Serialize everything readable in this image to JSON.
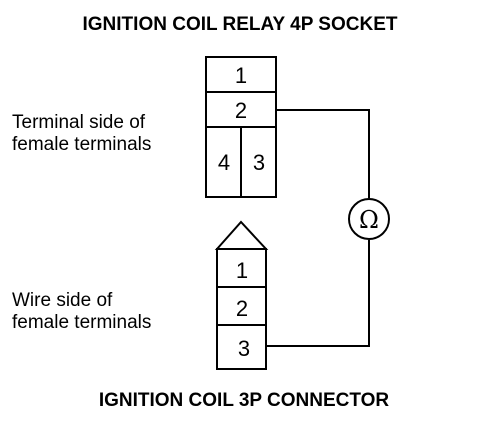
{
  "top_title": "IGNITION COIL RELAY 4P SOCKET",
  "bottom_title": "IGNITION COIL 3P CONNECTOR",
  "socket_label": [
    "Terminal side of",
    "female terminals"
  ],
  "connector_label": [
    "Wire side of",
    "female terminals"
  ],
  "socket_terminals": [
    "1",
    "2",
    "4",
    "3"
  ],
  "connector_terminals": [
    "1",
    "2",
    "3"
  ],
  "meter_symbol": "Ω"
}
